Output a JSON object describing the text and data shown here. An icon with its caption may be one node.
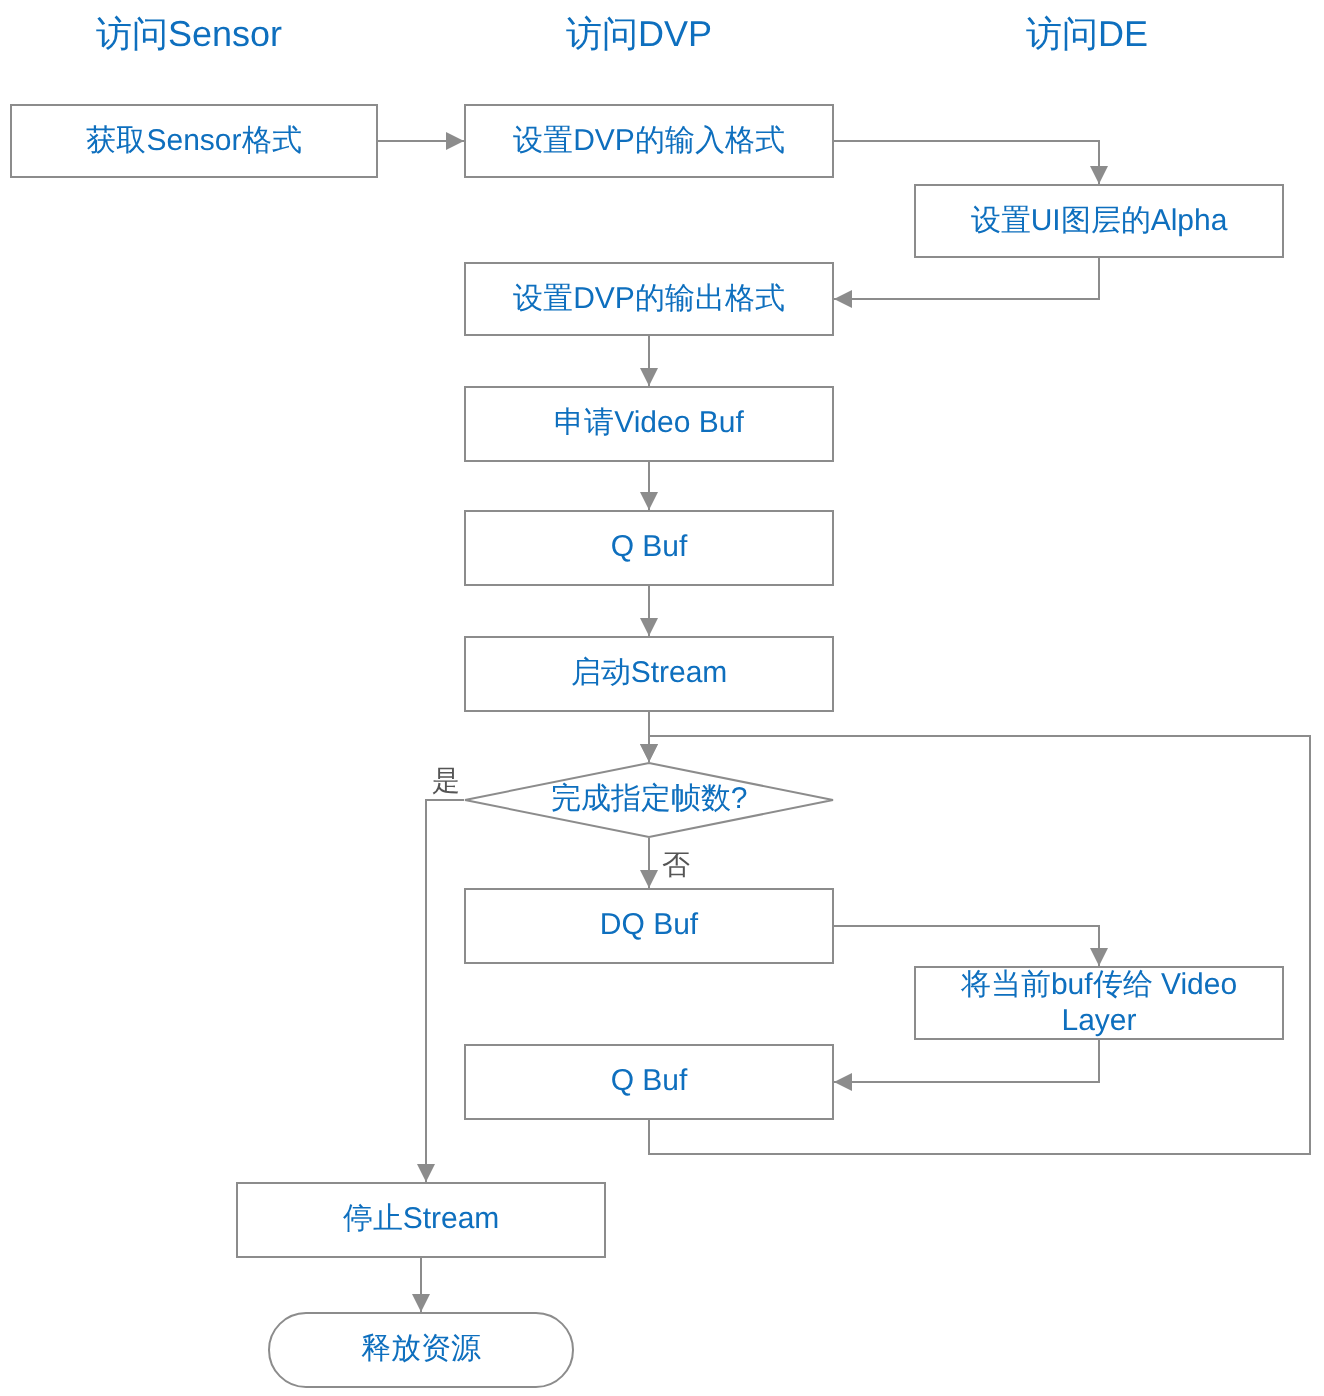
{
  "diagram": {
    "nodes": [
      {
        "text": [
          "获取Sensor格式"
        ]
      },
      {
        "text": [
          "设置DVP的输入格式"
        ]
      },
      {
        "text": [
          "设置UI图层的Alpha"
        ]
      },
      {
        "text": [
          "设置DVP的输出格式"
        ]
      },
      {
        "text": [
          "申请Video Buf"
        ]
      },
      {
        "text": [
          "Q Buf"
        ]
      },
      {
        "text": [
          "启动Stream"
        ]
      },
      {
        "text": [
          "完成指定帧数?"
        ]
      },
      {
        "text": [
          "DQ Buf"
        ]
      },
      {
        "text": [
          "将当前buf传给 Video Layer"
        ]
      },
      {
        "text": [
          "Q Buf"
        ]
      },
      {
        "text": [
          "停止Stream"
        ]
      },
      {
        "text": [
          "释放资源"
        ]
      }
    ],
    "edges": [
      {
        "from": 0,
        "to": 1,
        "arrow": "to"
      },
      {
        "from": 1,
        "to": 2,
        "arrow": "to"
      },
      {
        "from": 2,
        "to": 3,
        "arrow": "to"
      },
      {
        "from": 3,
        "to": 4,
        "arrow": "to"
      },
      {
        "from": 4,
        "to": 5,
        "arrow": "to"
      },
      {
        "from": 5,
        "to": 6,
        "arrow": "to"
      },
      {
        "from": 6,
        "to": 7,
        "arrow": "to"
      },
      {
        "from": 7,
        "to": 8,
        "arrow": "to",
        "label": "否"
      },
      {
        "from": 7,
        "to": 11,
        "arrow": "to",
        "label": "是"
      },
      {
        "from": 8,
        "to": 9,
        "arrow": "to"
      },
      {
        "from": 9,
        "to": 10,
        "arrow": "to"
      },
      {
        "from": 10,
        "to": 7,
        "arrow": "to"
      },
      {
        "from": 11,
        "to": 12,
        "arrow": "to"
      }
    ],
    "labels": [
      "访问Sensor",
      "访问DVP",
      "访问DE"
    ]
  }
}
